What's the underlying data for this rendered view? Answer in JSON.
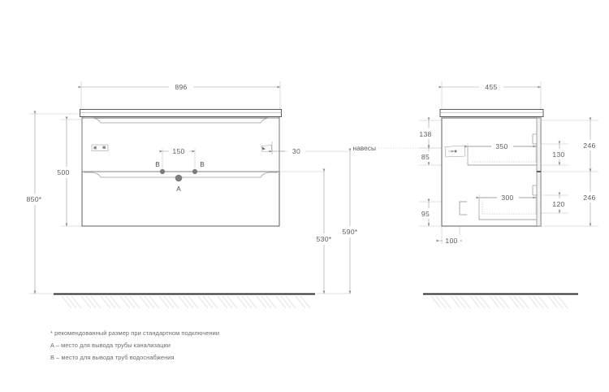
{
  "drawing": {
    "type": "technical-dimension-drawing",
    "subject": "wall-hung bathroom vanity cabinet with two drawers",
    "background_color": "#ffffff",
    "line_color": "#555555",
    "dim_line_color": "#9a9a9a",
    "text_color": "#5d5d5d",
    "marker_color": "#7a7a7a"
  },
  "front_view": {
    "name": "front-elevation",
    "dimensions": {
      "width": "896",
      "cabinet_height": "500",
      "mount_height": "850*",
      "hanger_offset": "30",
      "pipe_spacing": "150",
      "drain_height": "530*",
      "water_height": "590*"
    },
    "markers": {
      "drain": "A",
      "water_left": "B",
      "water_right": "B"
    }
  },
  "side_view": {
    "name": "side-section",
    "dimensions": {
      "depth": "455",
      "top_to_hanger": "138",
      "hanger_height": "85",
      "upper_drawer_depth": "350",
      "upper_drawer_height": "130",
      "upper_module": "246",
      "lower_drawer_depth": "300",
      "lower_drawer_height": "120",
      "lower_module": "246",
      "bottom_offset": "95",
      "base_inset": "100"
    },
    "labels": {
      "hangers": "навесы"
    }
  },
  "legend": {
    "lines": [
      "* рекомендованный размер при стандартном подключении",
      "A – место для вывода трубы канализации",
      "B – место для вывода труб водоснабжения"
    ]
  }
}
